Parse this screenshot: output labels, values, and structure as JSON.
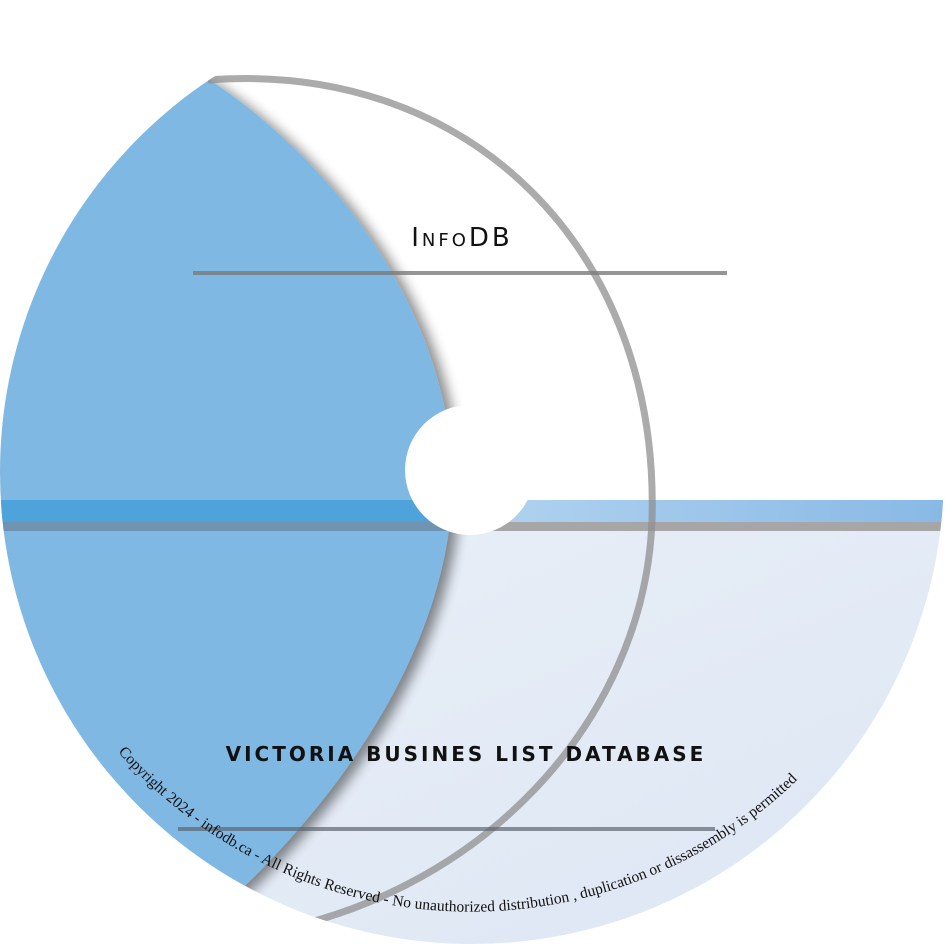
{
  "label": {
    "brand": "InfoDB",
    "title": "VICTORIA  BUSINES LIST DATABASE",
    "copyright": "Copyright 2024 - infodb.ca - All Rights Reserved - No unauthorized distribution , duplication or dissassembly is permitted"
  },
  "colors": {
    "blue_lens": "#7fb8e2",
    "blue_band": "#4da3da",
    "band_light": "#8cbbe6",
    "grey_arc": "#a3a3a3",
    "lower_fill": "#e3eaf6",
    "rule": "#8e8e8e"
  }
}
